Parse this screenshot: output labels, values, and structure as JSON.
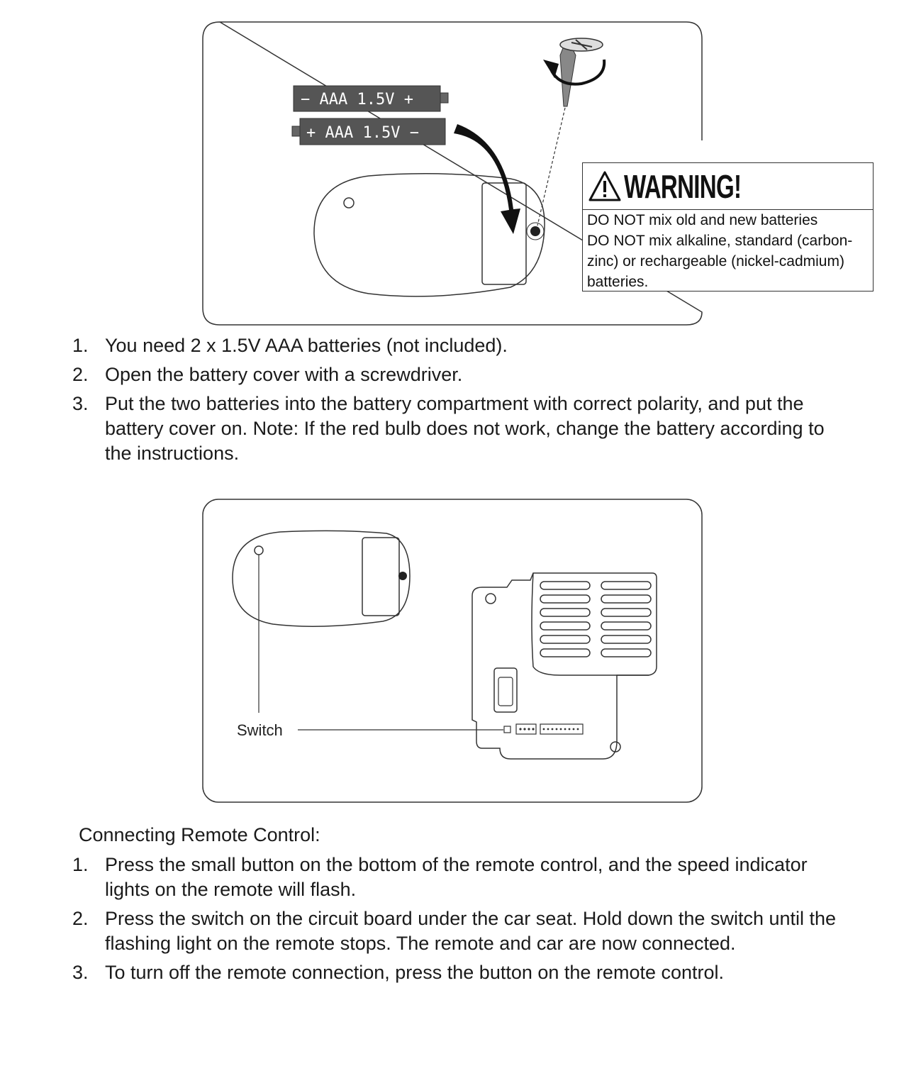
{
  "figure1": {
    "battery_top": "− AAA 1.5V +",
    "battery_bottom": "+ AAA 1.5V −"
  },
  "warning": {
    "title": "WARNING!",
    "line1": "DO NOT mix old and new batteries",
    "line2": "DO NOT mix alkaline, standard (carbon-zinc) or rechargeable (nickel-cadmium) batteries."
  },
  "steps_battery": [
    {
      "num": "1.",
      "text": "You need 2 x 1.5V AAA batteries (not included)."
    },
    {
      "num": "2.",
      "text": "Open the battery cover with a screwdriver."
    },
    {
      "num": "3.",
      "text": "Put the two batteries into the battery compartment with correct polarity, and put the battery cover on. Note: If the red bulb does not work, change the battery according to the instructions."
    }
  ],
  "figure2": {
    "switch_label": "Switch"
  },
  "connecting": {
    "title": "Connecting Remote Control:",
    "steps": [
      {
        "num": "1.",
        "text": "Press the small button on the bottom of the remote control, and the speed indicator lights on the remote will flash."
      },
      {
        "num": "2.",
        "text": "Press the switch on the circuit board under the car seat. Hold down the switch until the flashing light on the remote stops. The remote and car are now connected."
      },
      {
        "num": "3.",
        "text": "To turn off the remote connection, press the button on the remote control."
      }
    ]
  }
}
